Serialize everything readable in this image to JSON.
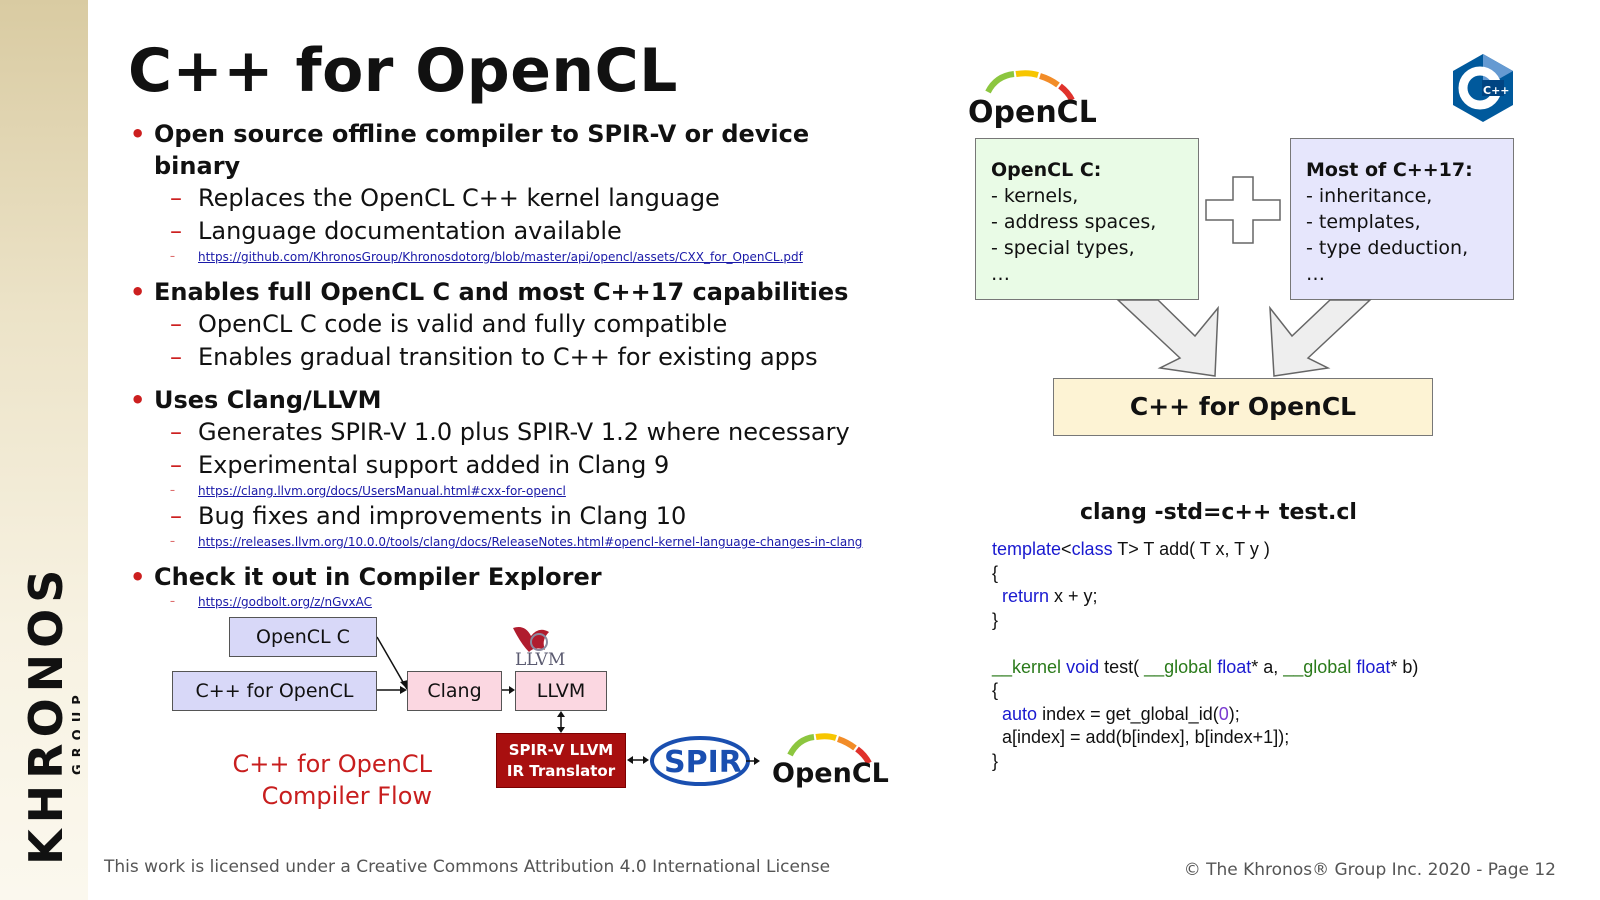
{
  "slide": {
    "title": "C++ for OpenCL",
    "bullets": [
      {
        "text": "Open source offline compiler to SPIR-V or device binary",
        "subs": [
          {
            "text": "Replaces the OpenCL C++ kernel language"
          },
          {
            "text": "Language documentation available"
          },
          {
            "link": "https://github.com/KhronosGroup/Khronosdotorg/blob/master/api/opencl/assets/CXX_for_OpenCL.pdf"
          }
        ]
      },
      {
        "text": "Enables full OpenCL C and most C++17 capabilities",
        "subs": [
          {
            "text": "OpenCL C code is valid and fully compatible"
          },
          {
            "text": "Enables gradual transition to C++ for existing apps"
          }
        ]
      },
      {
        "text": "Uses Clang/LLVM",
        "subs": [
          {
            "text": "Generates SPIR-V 1.0 plus SPIR-V 1.2 where necessary"
          },
          {
            "text": "Experimental support added in Clang 9"
          },
          {
            "link": "https://clang.llvm.org/docs/UsersManual.html#cxx-for-opencl"
          },
          {
            "text": "Bug fixes and improvements in Clang 10"
          },
          {
            "link": "https://releases.llvm.org/10.0.0/tools/clang/docs/ReleaseNotes.html#opencl-kernel-language-changes-in-clang"
          }
        ]
      },
      {
        "text": "Check it out in Compiler Explorer",
        "subs": [
          {
            "link": "https://godbolt.org/z/nGvxAC"
          }
        ]
      }
    ]
  },
  "diagram": {
    "opencl_logo_text": "OpenCL",
    "cpp_logo_text": "C++",
    "box_c": {
      "title": "OpenCL C:",
      "lines": [
        "- kernels,",
        "- address spaces,",
        "- special types,",
        "…"
      ]
    },
    "box_cpp": {
      "title": "Most of C++17:",
      "lines": [
        "- inheritance,",
        "- templates,",
        "- type deduction,",
        "…"
      ]
    },
    "result": "C++ for OpenCL"
  },
  "code": {
    "heading": "clang -std=c++ test.cl"
  },
  "flow": {
    "opencl_c": "OpenCL C",
    "cpp_for_opencl": "C++ for OpenCL",
    "clang": "Clang",
    "llvm": "LLVM",
    "llvm_logo_text": "LLVM",
    "spirv_line1": "SPIR-V LLVM",
    "spirv_line2": "IR Translator",
    "spir_logo_text": "SPIR",
    "opencl_logo_text": "OpenCL",
    "caption_line1": "C++ for OpenCL",
    "caption_line2": "Compiler Flow"
  },
  "footer": {
    "license": "This work is licensed under a Creative Commons Attribution 4.0 International License",
    "copyright": "© The Khronos® Group Inc. 2020 - Page 12"
  },
  "brand": {
    "name": "KHRONOS",
    "sub": "GROUP",
    "accent": "#cc1f1f"
  },
  "colors": {
    "bullet_accent": "#cc1f1f",
    "link": "#1a1aa8",
    "keyword": "#1a1ad0",
    "opencl_c_box": "#e9fbe6",
    "cpp_box": "#e6e6fc",
    "result_box": "#fdf3d4",
    "spirv_box": "#a80f0f"
  }
}
